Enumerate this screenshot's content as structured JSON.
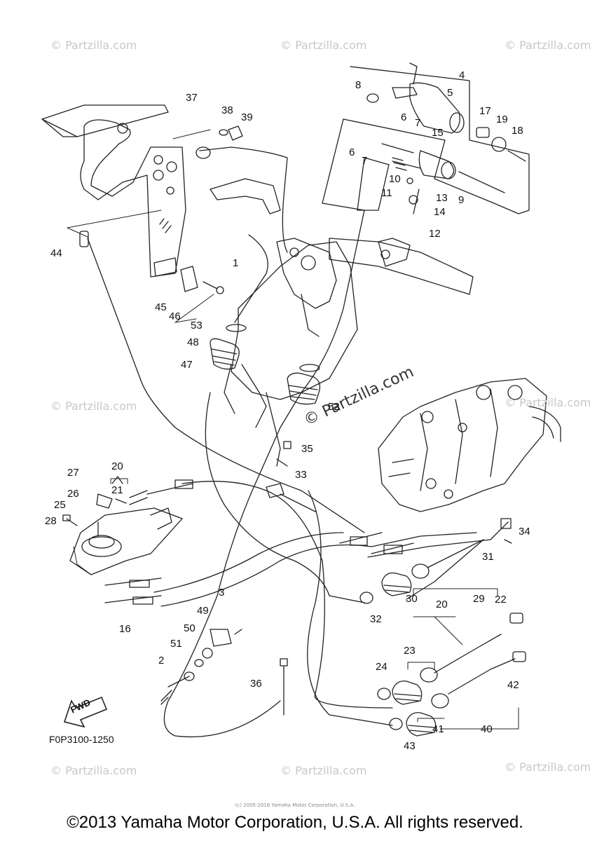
{
  "watermark_text": "© Partzilla.com",
  "watermark_center": "© Partzilla.com",
  "diagram_code": "F0P3100-1250",
  "fwd_label": "FWD",
  "footer": "©2013 Yamaha Motor Corporation, U.S.A. All rights reserved.",
  "tiny_print": "(c) 2005-2016 Yamaha Motor Corporation, U.S.A.",
  "callouts": {
    "c1": "1",
    "c2": "2",
    "c3": "3",
    "c4": "4",
    "c5": "5",
    "c6a": "6",
    "c6b": "6",
    "c7a": "7",
    "c7b": "7",
    "c8": "8",
    "c9": "9",
    "c10": "10",
    "c11": "11",
    "c12": "12",
    "c13": "13",
    "c14": "14",
    "c15": "15",
    "c16": "16",
    "c17": "17",
    "c18": "18",
    "c19": "19",
    "c20a": "20",
    "c20b": "20",
    "c21": "21",
    "c22": "22",
    "c23": "23",
    "c24": "24",
    "c25": "25",
    "c26": "26",
    "c27": "27",
    "c28": "28",
    "c29": "29",
    "c30": "30",
    "c31": "31",
    "c32": "32",
    "c33": "33",
    "c34": "34",
    "c35": "35",
    "c36": "36",
    "c37": "37",
    "c38": "38",
    "c39": "39",
    "c40": "40",
    "c41": "41",
    "c42": "42",
    "c43": "43",
    "c44": "44",
    "c45": "45",
    "c46": "46",
    "c47": "47",
    "c48": "48",
    "c49": "49",
    "c50": "50",
    "c51": "51",
    "c52": "52",
    "c53": "53"
  }
}
